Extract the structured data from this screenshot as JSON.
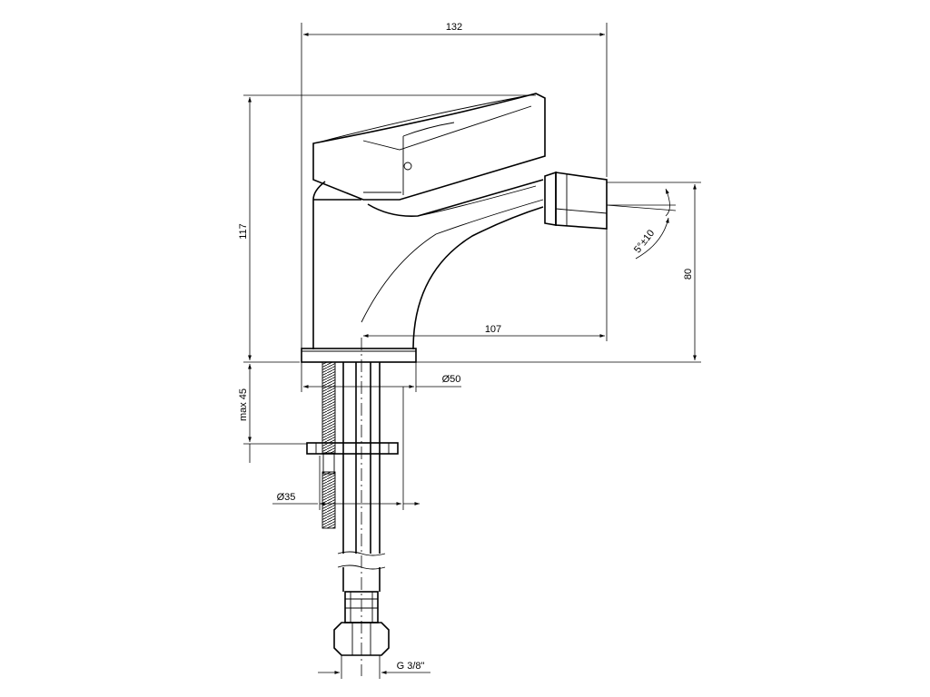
{
  "drawing": {
    "dimensions": {
      "overall_width": "132",
      "overall_height": "117",
      "spout_height": "80",
      "spout_reach": "107",
      "base_diameter": "Ø50",
      "max_deck_thickness": "max 45",
      "hole_diameter": "Ø35",
      "connection_thread": "G 3/8\"",
      "aerator_angle": "5°±10"
    }
  }
}
